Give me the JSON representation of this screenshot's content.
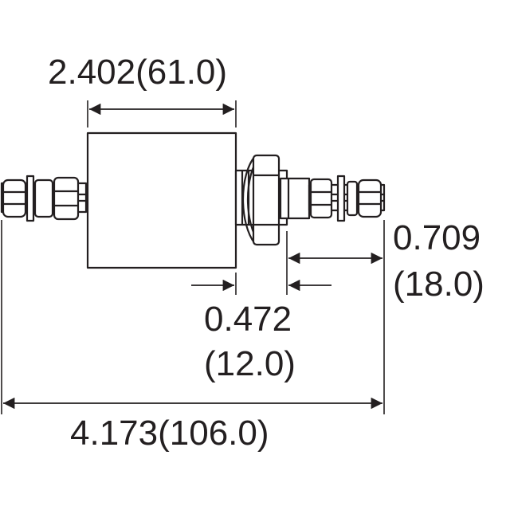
{
  "drawing": {
    "line_color": "#231f20",
    "background": "#ffffff"
  },
  "dimensions": {
    "body_length": "2.402(61.0)",
    "end_length_in": "0.709",
    "end_length_mm": "(18.0)",
    "flange_gap_in": "0.472",
    "flange_gap_mm": "(12.0)",
    "overall_length": "4.173(106.0)"
  }
}
